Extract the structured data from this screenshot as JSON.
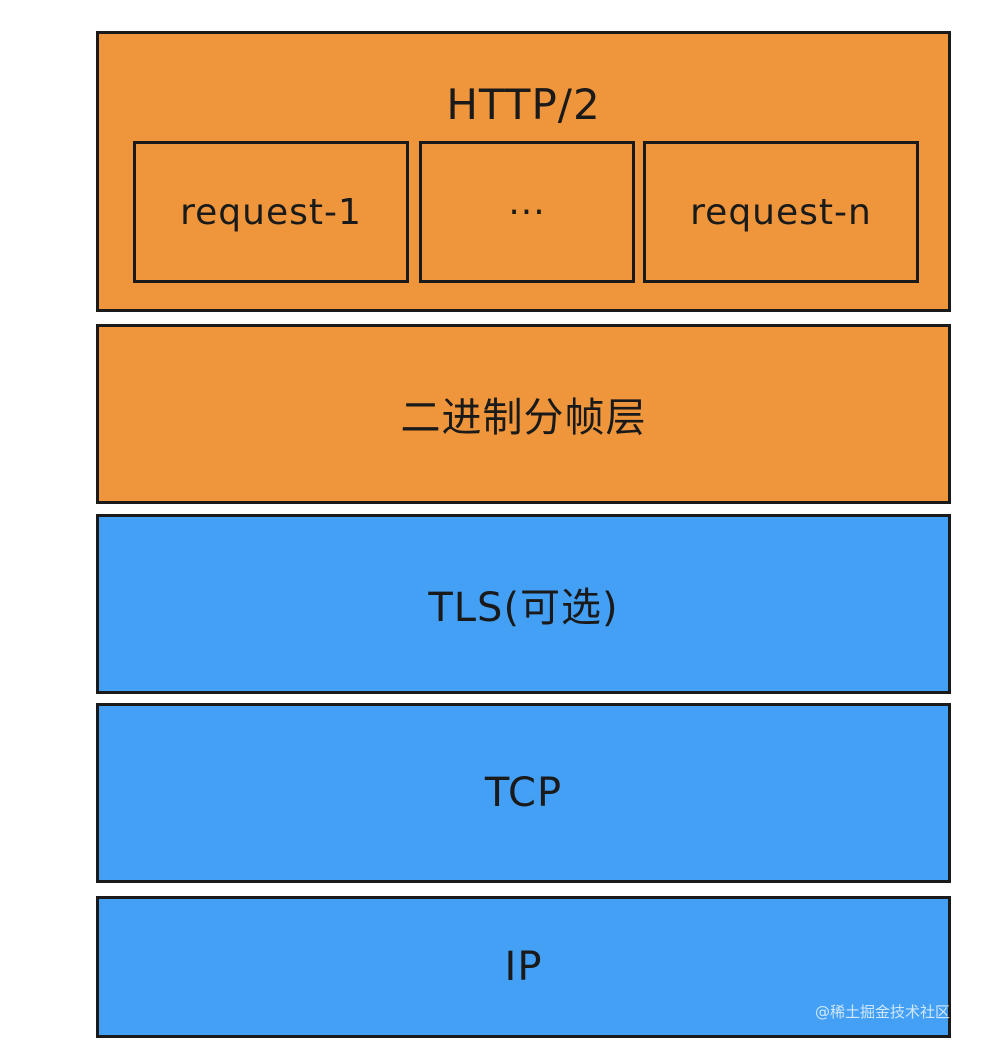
{
  "layers": {
    "http2": {
      "title": "HTTP/2",
      "requests": [
        "request-1",
        "···",
        "request-n"
      ],
      "color": "#ef963c"
    },
    "binary_framing": {
      "label": "二进制分帧层",
      "color": "#ef963c"
    },
    "tls": {
      "label": "TLS(可选)",
      "color": "#43a0f5"
    },
    "tcp": {
      "label": "TCP",
      "color": "#43a0f5"
    },
    "ip": {
      "label": "IP",
      "color": "#43a0f5"
    }
  },
  "watermark": "@稀土掘金技术社区"
}
